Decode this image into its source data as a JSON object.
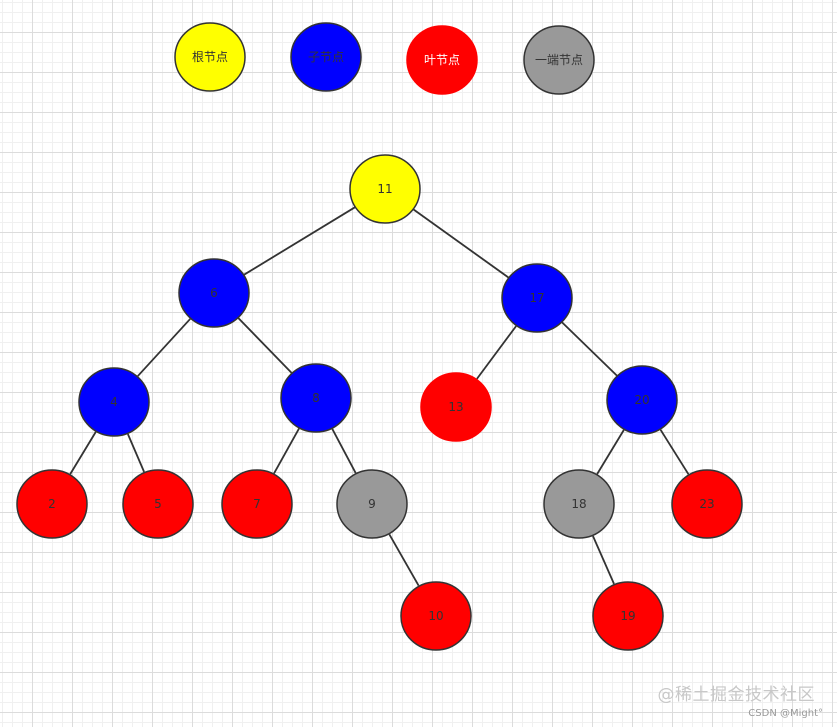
{
  "colors": {
    "root": "#ffff00",
    "child": "#0000ff",
    "leaf": "#ff0000",
    "single": "#999999",
    "stroke": "#333333",
    "edge": "#333333"
  },
  "legend": [
    {
      "id": "legend-root",
      "label": "根节点",
      "kind": "root",
      "text_color": "#333333"
    },
    {
      "id": "legend-child",
      "label": "子节点",
      "kind": "child",
      "text_color": "#333333"
    },
    {
      "id": "legend-leaf",
      "label": "叶节点",
      "kind": "leaf",
      "text_color": "#ffffff"
    },
    {
      "id": "legend-single",
      "label": "一端节点",
      "kind": "single",
      "text_color": "#333333"
    }
  ],
  "tree": {
    "nodes": [
      {
        "id": "11",
        "label": "11",
        "kind": "root"
      },
      {
        "id": "6",
        "label": "6",
        "kind": "child"
      },
      {
        "id": "17",
        "label": "17",
        "kind": "child"
      },
      {
        "id": "4",
        "label": "4",
        "kind": "child"
      },
      {
        "id": "8",
        "label": "8",
        "kind": "child"
      },
      {
        "id": "13",
        "label": "13",
        "kind": "leaf"
      },
      {
        "id": "20",
        "label": "20",
        "kind": "child"
      },
      {
        "id": "2",
        "label": "2",
        "kind": "leaf"
      },
      {
        "id": "5",
        "label": "5",
        "kind": "leaf"
      },
      {
        "id": "7",
        "label": "7",
        "kind": "leaf"
      },
      {
        "id": "9",
        "label": "9",
        "kind": "single"
      },
      {
        "id": "18",
        "label": "18",
        "kind": "single"
      },
      {
        "id": "23",
        "label": "23",
        "kind": "leaf"
      },
      {
        "id": "10",
        "label": "10",
        "kind": "leaf"
      },
      {
        "id": "19",
        "label": "19",
        "kind": "leaf"
      }
    ],
    "edges": [
      [
        "11",
        "6"
      ],
      [
        "11",
        "17"
      ],
      [
        "6",
        "4"
      ],
      [
        "6",
        "8"
      ],
      [
        "17",
        "13"
      ],
      [
        "17",
        "20"
      ],
      [
        "4",
        "2"
      ],
      [
        "4",
        "5"
      ],
      [
        "8",
        "7"
      ],
      [
        "8",
        "9"
      ],
      [
        "20",
        "18"
      ],
      [
        "20",
        "23"
      ],
      [
        "9",
        "10"
      ],
      [
        "18",
        "19"
      ]
    ]
  },
  "watermark": {
    "main": "@稀土掘金技术社区",
    "sub": "CSDN @Might°"
  }
}
